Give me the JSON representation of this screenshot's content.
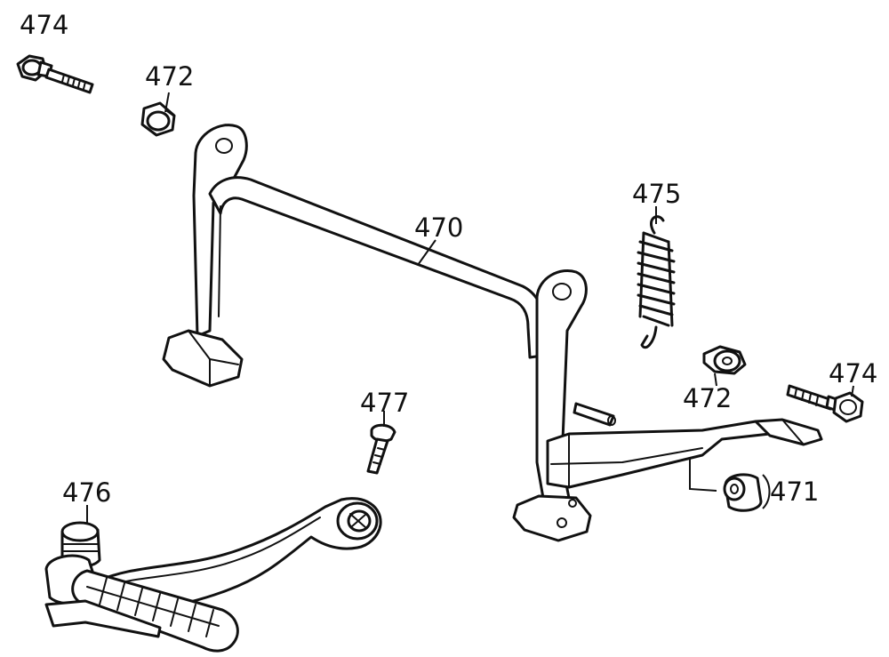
{
  "callouts": {
    "bolt_top_left": "474",
    "collar_top_left": "472",
    "main_stand": "470",
    "return_spring": "475",
    "collar_right": "472",
    "bolt_right": "474",
    "stopper_rubber": "471",
    "screw": "477",
    "kick_pedal": "476"
  },
  "colors": {
    "line": "#111111",
    "background": "#ffffff"
  }
}
